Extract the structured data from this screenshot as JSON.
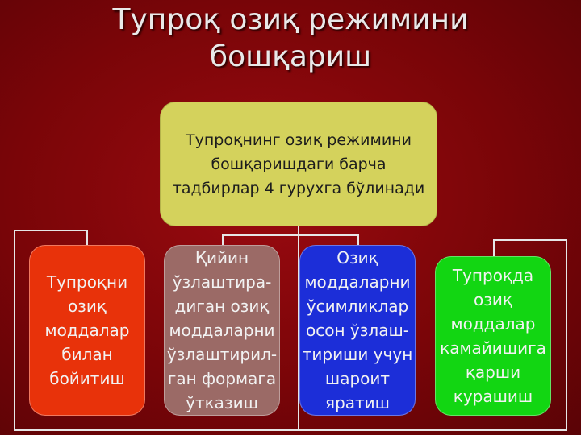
{
  "title": {
    "line1": "Тупроқ озиқ режимини",
    "line2": "бошқариш"
  },
  "root": {
    "lines": [
      "Тупроқнинг озиқ режимини",
      "бошқаришдаги барча",
      "тадбирлар 4 гурухга бўлинади"
    ]
  },
  "groups": [
    {
      "lines": [
        "Тупроқни",
        "озиқ",
        "моддалар",
        "билан",
        "бойитиш"
      ],
      "color": "#e8320a"
    },
    {
      "lines": [
        "Қийин",
        "ўзлаштира-",
        "диган озиқ",
        "моддаларни",
        "ўзлаштирил-",
        "ган формага",
        "ўтказиш"
      ],
      "color": "#9b6a66"
    },
    {
      "lines": [
        "Озиқ",
        "моддаларни",
        "ўсимликлар",
        "осон ўзлаш-",
        "тириши учун",
        "шароит",
        "яратиш"
      ],
      "color": "#1c2ed8"
    },
    {
      "lines": [
        "Тупроқда",
        "озиқ",
        "моддалар",
        "камайишига",
        "қарши",
        "курашиш"
      ],
      "color": "#12d612"
    }
  ],
  "colors": {
    "background": "#7a0508",
    "root": "#d4d25c",
    "connector": "#e6e6e6"
  }
}
